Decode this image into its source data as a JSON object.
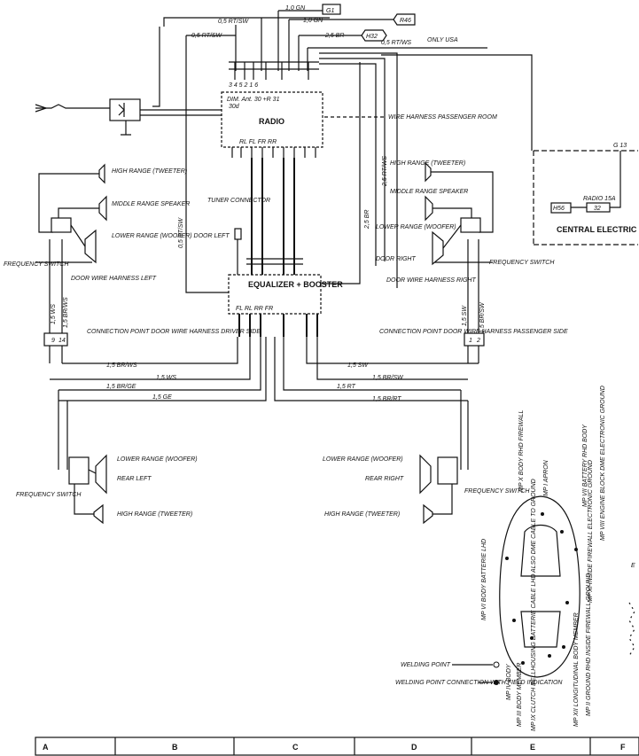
{
  "wires_top": {
    "w1": "1,0 GN",
    "w2": "1,0 GN",
    "w3": "0,5 RT/SW",
    "w4": "0,5 RT/SW",
    "w5": "2,5 BR",
    "w6": "0,5 RT/WS",
    "only_usa": "ONLY USA"
  },
  "connectors": {
    "g1": "G1",
    "r46": "R46",
    "h32": "H32",
    "g13": "G 13",
    "h56": "H56",
    "f32": "32"
  },
  "radio": {
    "title": "RADIO",
    "pins": "3 4 5 2 1 6",
    "inputs": "DIM. Ant. 30 +R 31",
    "sub": "30d",
    "outputs": "RL FL FR RR"
  },
  "wire_harness_passenger": "WIRE HARNESS PASSENGER ROOM",
  "side_wires": {
    "left": "0,5 RT/SW",
    "mid": "2,5 BR",
    "right": "2,5 RT/WS"
  },
  "tuner_connector": "TUNER CONNECTOR",
  "central_electric": {
    "title": "CENTRAL ELECTRIC",
    "fuse": "RADIO 15A"
  },
  "left_door": {
    "high": "HIGH RANGE (TWEETER)",
    "middle": "MIDDLE RANGE SPEAKER",
    "lower": "LOWER RANGE (WOOFER) DOOR LEFT",
    "freq": "FREQUENCY SWITCH",
    "harness": "DOOR WIRE HARNESS LEFT"
  },
  "right_door": {
    "high": "HIGH RANGE (TWEETER)",
    "middle": "MIDDLE RANGE SPEAKER",
    "lower": "LOWER RANGE (WOOFER)",
    "door": "DOOR RIGHT",
    "freq": "FREQUENCY SWITCH",
    "harness": "DOOR WIRE HARNESS RIGHT"
  },
  "equalizer": {
    "title": "EQUALIZER + BOOSTER",
    "outputs": "FL RL RR FR"
  },
  "conn_left": "CONNECTION POINT DOOR WIRE HARNESS DRIVER SIDE",
  "conn_right": "CONNECTION POINT DOOR WIRE HARNESS PASSENGER SIDE",
  "wire_labels": {
    "l15ws": "1,5 WS",
    "l15brws": "1,5 BR/WS",
    "r15sw": "1,5 SW",
    "r15brsw": "1,5 BR/SW",
    "brws": "1,5 BR/WS",
    "sw": "1,5 SW",
    "ws": "1,5 WS",
    "brsw": "1,5 BR/SW",
    "brge": "1,5 BR/GE",
    "rt": "1,5 RT",
    "ge": "1,5 GE",
    "brrt": "1,5 BR/RT"
  },
  "pins": {
    "l1": "9",
    "l2": "14",
    "r1": "1",
    "r2": "2"
  },
  "rear_left": {
    "lower": "LOWER RANGE (WOOFER)",
    "rear": "REAR LEFT",
    "freq": "FREQUENCY SWITCH",
    "high": "HIGH RANGE (TWEETER)"
  },
  "rear_right": {
    "lower": "LOWER RANGE (WOOFER)",
    "rear": "REAR RIGHT",
    "freq": "FREQUENCY SWITCH",
    "high": "HIGH RANGE (TWEETER)"
  },
  "ground_points": {
    "a": "MP X BODY RHD FIREWALL",
    "b": "MP I APRON",
    "c": "MP VII BATTERY RHD BODY",
    "d": "MP VIII ENGINE BLOCK DME ELECTRONIC GROUND",
    "e": "MP VI BODY BATTERIE LHD",
    "f": "MP XI INSIDE FIREWALL ELECTRONIC GROUND",
    "g": "MP IV BODY",
    "h": "MP III BODY MEMBER",
    "i": "MP IX CLUTCH BELLHOUSING BATTERIE CABLE LHD ALSO DME CABLE TO GROUND",
    "j": "MP XII LONGITUDINAL BODY MEMBER",
    "k": "MP II GROUND RHD INSIDE FIREWALL GROUND",
    "welding": "WELDING POINT",
    "welding_conn": "WELDING POINT CONNECTION WITH FIELD INDICATION"
  },
  "grid_letters": [
    "A",
    "B",
    "C",
    "D",
    "E",
    "F"
  ],
  "edge_letter": "E"
}
